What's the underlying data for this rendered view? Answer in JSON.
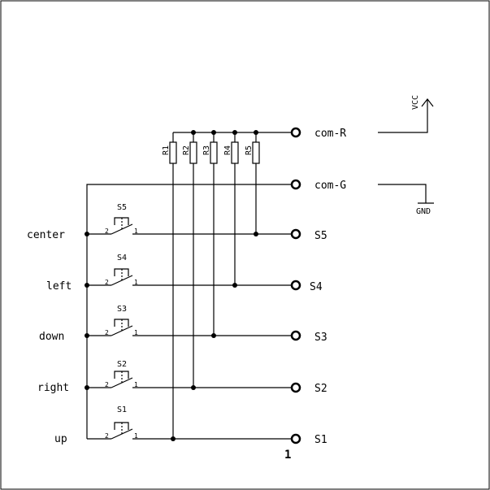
{
  "nets": {
    "vcc": "VCC",
    "gnd": "GND",
    "com_r": "com-R",
    "com_g": "com-G"
  },
  "resistors": [
    "R1",
    "R2",
    "R3",
    "R4",
    "R5"
  ],
  "rows": [
    {
      "direction": "center",
      "switch": "S5",
      "output": "S5"
    },
    {
      "direction": "left",
      "switch": "S4",
      "output": "S4"
    },
    {
      "direction": "down",
      "switch": "S3",
      "output": "S3"
    },
    {
      "direction": "right",
      "switch": "S2",
      "output": "S2"
    },
    {
      "direction": "up",
      "switch": "S1",
      "output": "S1"
    }
  ],
  "switch_pins": {
    "left": "2",
    "right": "1"
  },
  "sheet_marker": "1"
}
